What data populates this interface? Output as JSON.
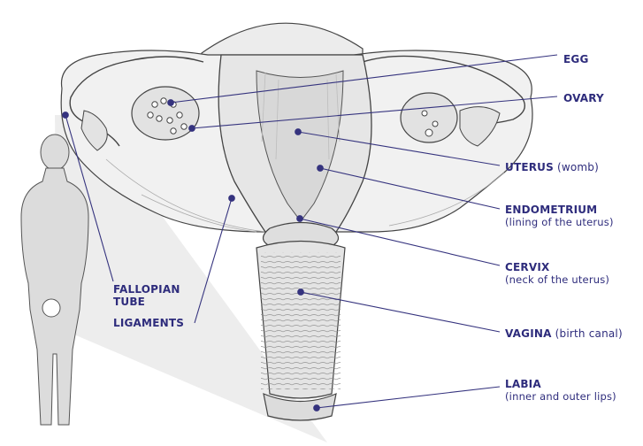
{
  "colors": {
    "label": "#2e2c7c",
    "leader": "#35337e",
    "ink": "#3a3a3a",
    "tissue": "#e8e8e8"
  },
  "labels": {
    "egg": {
      "main": "EGG"
    },
    "ovary": {
      "main": "OVARY"
    },
    "uterus": {
      "main": "UTERUS",
      "sub": "(womb)"
    },
    "endometrium": {
      "main": "ENDOMETRIUM",
      "sub": "(lining of the uterus)"
    },
    "cervix": {
      "main": "CERVIX",
      "sub": "(neck of the uterus)"
    },
    "vagina": {
      "main": "VAGINA",
      "sub": "(birth canal)"
    },
    "labia": {
      "main": "LABIA",
      "sub": "(inner and outer lips)"
    },
    "fallopian_tube": {
      "line1": "FALLOPIAN",
      "line2": "TUBE"
    },
    "ligaments": {
      "main": "LIGAMENTS"
    }
  }
}
